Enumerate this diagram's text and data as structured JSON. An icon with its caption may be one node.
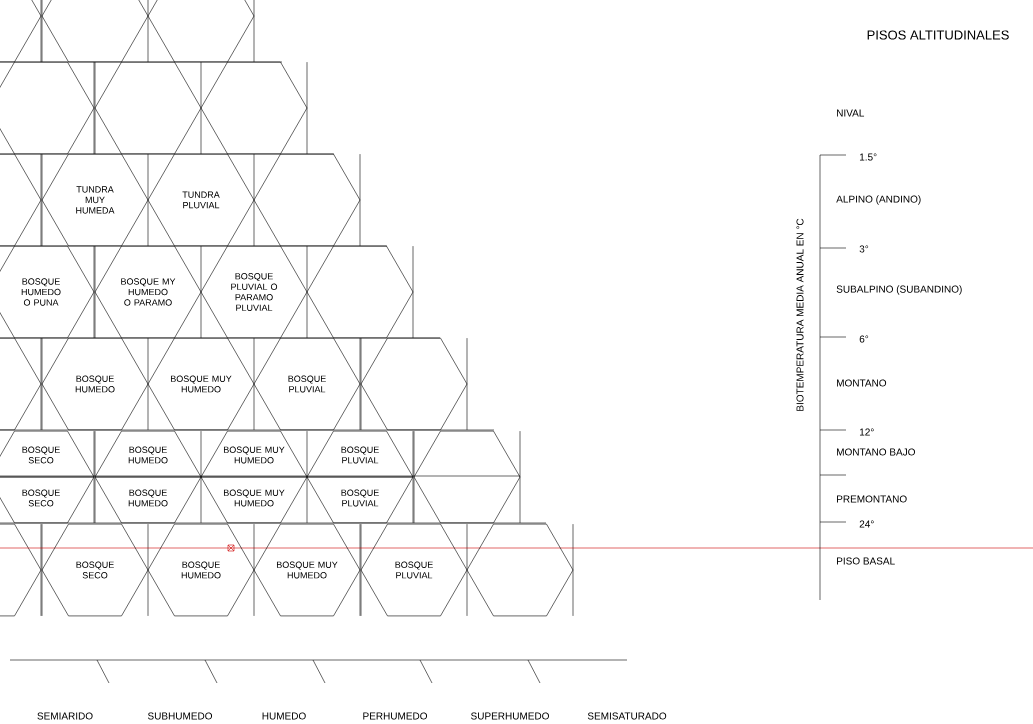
{
  "diagram": {
    "title": "PISOS ALTITUDINALES",
    "nodes": [
      {
        "text": [],
        "shape": "hexagon"
      },
      {
        "text": [],
        "shape": "hexagon"
      },
      {
        "text": [],
        "shape": "hexagon"
      },
      {
        "text": [
          "TUNDRA MUY HUMEDA"
        ]
      },
      {
        "text": [
          "TUNDRA PLUVIAL"
        ]
      },
      {
        "text": [],
        "shape": "hexagon"
      },
      {
        "text": [
          "BOSQUE HUMEDO O PUNA"
        ]
      },
      {
        "text": [
          "BOSQUE MY HUMEDO O PARAMO"
        ]
      },
      {
        "text": [
          "BOSQUE PLUVIAL O PARAMO PLUVIAL"
        ]
      },
      {
        "text": [],
        "shape": "hexagon"
      },
      {
        "text": [
          "BOSQUE HUMEDO"
        ]
      },
      {
        "text": [
          "BOSQUE MUY HUMEDO"
        ]
      },
      {
        "text": [
          "BOSQUE PLUVIAL"
        ]
      },
      {
        "text": [],
        "shape": "hexagon"
      },
      {
        "text": [
          "BOSQUE SECO"
        ]
      },
      {
        "text": [
          "BOSQUE HUMEDO"
        ]
      },
      {
        "text": [
          "BOSQUE MUY HUMEDO"
        ]
      },
      {
        "text": [
          "BOSQUE PLUVIAL"
        ]
      },
      {
        "text": [],
        "shape": "hexagon"
      },
      {
        "text": [
          "BOSQUE SECO"
        ]
      },
      {
        "text": [
          "BOSQUE HUMEDO"
        ]
      },
      {
        "text": [
          "BOSQUE MUY HUMEDO"
        ]
      },
      {
        "text": [
          "BOSQUE PLUVIAL"
        ]
      },
      {
        "text": [
          "BOSQUE SECO"
        ]
      },
      {
        "text": [
          "BOSQUE HUMEDO"
        ]
      },
      {
        "text": [
          "BOSQUE MUY HUMEDO"
        ]
      },
      {
        "text": [
          "BOSQUE PLUVIAL"
        ]
      },
      {
        "text": [],
        "shape": "hexagon"
      }
    ],
    "labels": [
      "NIVAL",
      "1.5°",
      "ALPINO (ANDINO)",
      "BIOTEMPERATURA MEDIA ANUAL EN °C",
      "3°",
      "SUBALPINO (SUBANDINO)",
      "6°",
      "MONTANO",
      "12°",
      "MONTANO BAJO",
      "PREMONTANO",
      "24°",
      "PISO BASAL",
      "SEMIARIDO",
      "SUBHUMEDO",
      "HUMEDO",
      "PERHUMEDO",
      "SUPERHUMEDO",
      "SEMISATURADO"
    ]
  }
}
